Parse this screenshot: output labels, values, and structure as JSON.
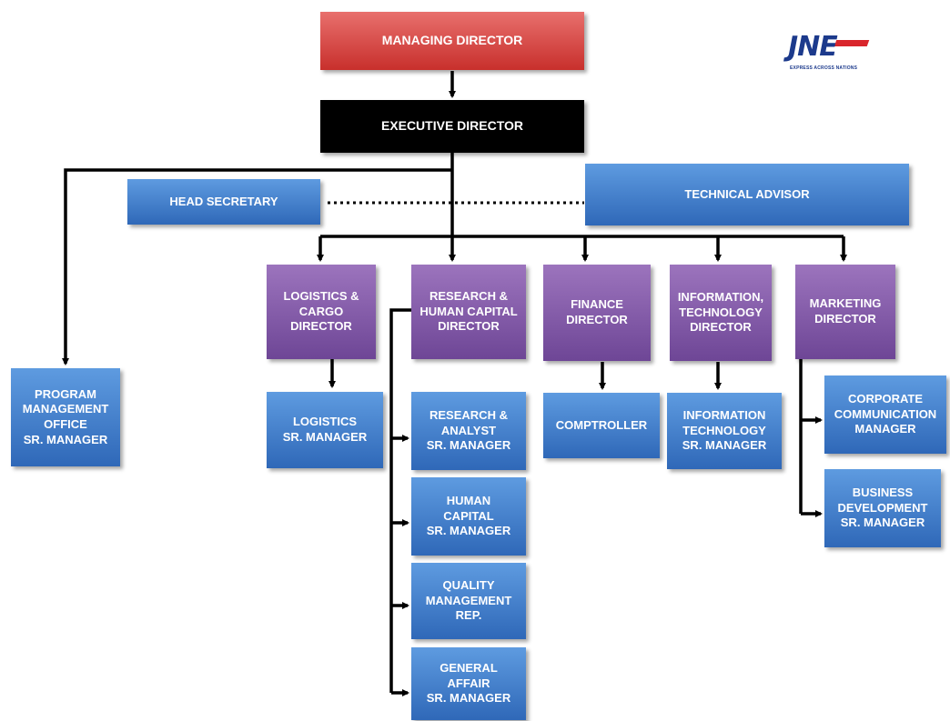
{
  "org": {
    "managing_director": "MANAGING DIRECTOR",
    "executive_director": "EXECUTIVE DIRECTOR",
    "head_secretary": "HEAD SECRETARY",
    "technical_advisor": "TECHNICAL ADVISOR",
    "program_management_office": "PROGRAM\nMANAGEMENT\nOFFICE\nSR. MANAGER",
    "directors": {
      "logistics_cargo": "LOGISTICS &\nCARGO\nDIRECTOR",
      "research_human_capital": "RESEARCH &\nHUMAN CAPITAL\nDIRECTOR",
      "finance": "FINANCE\nDIRECTOR",
      "information_technology": "INFORMATION,\nTECHNOLOGY\nDIRECTOR",
      "marketing": "MARKETING\nDIRECTOR"
    },
    "managers": {
      "logistics": "LOGISTICS\nSR. MANAGER",
      "research_analyst": "RESEARCH &\nANALYST\nSR. MANAGER",
      "human_capital": "HUMAN\nCAPITAL\nSR. MANAGER",
      "quality_management": "QUALITY\nMANAGEMENT\nREP.",
      "general_affair": "GENERAL\nAFFAIR\nSR. MANAGER",
      "comptroller": "COMPTROLLER",
      "information_technology": "INFORMATION\nTECHNOLOGY\nSR. MANAGER",
      "corporate_communication": "CORPORATE\nCOMMUNICATION\nMANAGER",
      "business_development": "BUSINESS\nDEVELOPMENT\nSR. MANAGER"
    }
  },
  "logo": {
    "brand": "JNE",
    "tagline": "EXPRESS ACROSS NATIONS"
  },
  "colors": {
    "managing": "#d33a36",
    "executive": "#000000",
    "blue": "#3d7ccb",
    "purple": "#7e56a6",
    "line": "#000000"
  }
}
